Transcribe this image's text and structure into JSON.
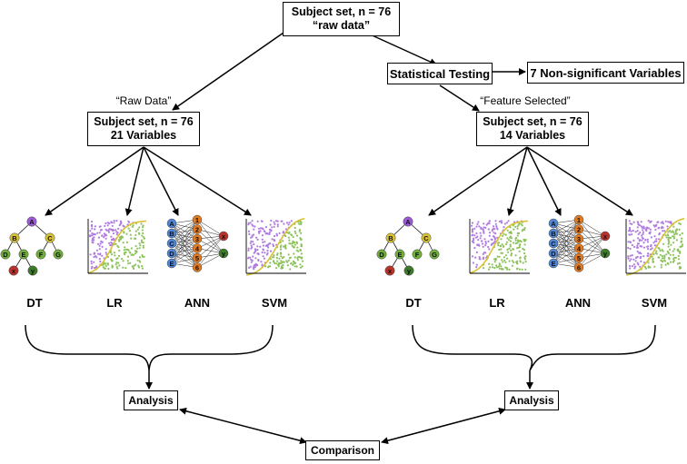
{
  "root": {
    "line1": "Subject set, n = 76",
    "line2": "“raw data”"
  },
  "stats": {
    "label": "Statistical Testing",
    "nonsig": "7 Non-significant Variables"
  },
  "left": {
    "heading": "“Raw Data”",
    "line1": "Subject set, n = 76",
    "line2": "21 Variables",
    "analysis": "Analysis"
  },
  "right": {
    "heading": "“Feature Selected”",
    "line1": "Subject set, n = 76",
    "line2": "14 Variables",
    "analysis": "Analysis"
  },
  "models": [
    "DT",
    "LR",
    "ANN",
    "SVM"
  ],
  "comparison": "Comparison",
  "tree_nodes": [
    "A",
    "B",
    "C",
    "D",
    "E",
    "F",
    "G",
    "x",
    "y"
  ],
  "ann_inputs": [
    "A",
    "B",
    "C",
    "D",
    "E"
  ],
  "ann_hidden": [
    "1",
    "2",
    "3",
    "4",
    "5",
    "6"
  ],
  "ann_outputs": [
    "x",
    "y"
  ],
  "colors": {
    "purple": "#9b59d6",
    "yellow": "#d9c236",
    "green": "#6fae3a",
    "red": "#b8322b",
    "darkgreen": "#3d7a2a",
    "blue": "#4f86d6",
    "orange": "#e07b24",
    "scatter_purple": "#b07be0",
    "scatter_green": "#8cc25a"
  }
}
